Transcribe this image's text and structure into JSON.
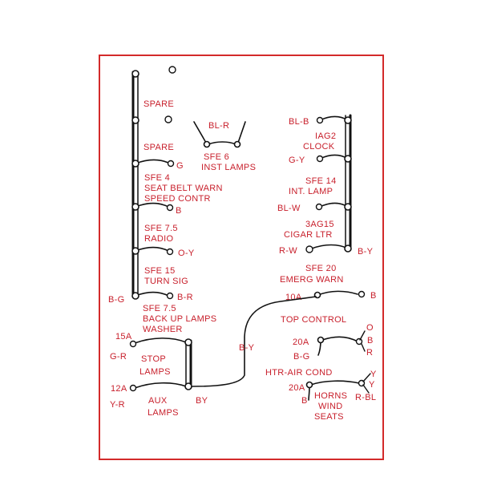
{
  "colors": {
    "text": "#c8202c",
    "border": "#d32a2a",
    "wire": "#111111",
    "background": "#ffffff"
  },
  "left_column": {
    "spare_1": "SPARE",
    "spare_2": "SPARE",
    "g": "G",
    "sfe4": "SFE 4",
    "seat_belt": "SEAT BELT WARN",
    "speed_contr": "SPEED CONTR",
    "b": "B",
    "sfe75_radio": "SFE 7.5",
    "radio": "RADIO",
    "oy": "O-Y",
    "sfe15": "SFE 15",
    "turn_sig": "TURN SIG",
    "bg": "B-G",
    "br": "B-R",
    "sfe75_backup": "SFE 7.5",
    "backup_lamps": "BACK UP LAMPS",
    "washer": "WASHER"
  },
  "top_center": {
    "bl_r": "BL-R",
    "sfe6": "SFE 6",
    "inst_lamps": "INST LAMPS"
  },
  "right_column": {
    "bl_b": "BL-B",
    "iag2": "IAG2",
    "clock": "CLOCK",
    "gy": "G-Y",
    "sfe14": "SFE 14",
    "int_lamp": "INT. LAMP",
    "bl_w": "BL-W",
    "ag15": "3AG15",
    "cigar_ltr": "CIGAR LTR",
    "rw": "R-W",
    "by": "B-Y",
    "sfe20": "SFE 20",
    "emerg_warn": "EMERG WARN"
  },
  "right_bottom": {
    "a10": "10A",
    "b": "B",
    "top_control": "TOP CONTROL",
    "a20_1": "20A",
    "o": "O",
    "b2": "B",
    "r": "R",
    "bg": "B-G",
    "htr_air": "HTR-AIR COND",
    "y1": "Y",
    "y2": "Y",
    "a20_2": "20A",
    "b3": "B",
    "horns": "HORNS",
    "wind": "WIND",
    "seats": "SEATS",
    "rbl": "R-BL"
  },
  "bottom_left": {
    "a15": "15A",
    "gr": "G-R",
    "stop": "STOP",
    "lamps": "LAMPS",
    "a12": "12A",
    "yr": "Y-R",
    "aux": "AUX",
    "aux_lamps": "LAMPS",
    "by_main": "BY",
    "by_mid": "B-Y"
  }
}
